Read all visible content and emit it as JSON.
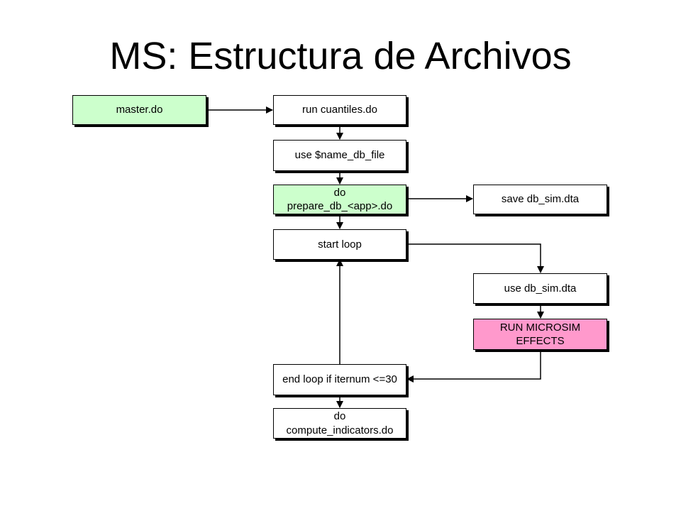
{
  "title": "MS: Estructura de Archivos",
  "colors": {
    "green_fill": "#ccffcc",
    "pink_fill": "#ff99cc",
    "line": "#000000",
    "effects_line": "#999999"
  },
  "nodes": {
    "master": "master.do",
    "run_cuantiles": "run cuantiles.do",
    "use_name_db": "use $name_db_file",
    "prepare_db": "do\nprepare_db_<app>.do",
    "save_db_sim": "save db_sim.dta",
    "start_loop": "start loop",
    "use_db_sim": "use db_sim.dta",
    "run_microsim": "RUN MICROSIM\nEFFECTS",
    "end_loop": "end loop if iternum <=30",
    "compute_indicators": "do\ncompute_indicators.do"
  }
}
